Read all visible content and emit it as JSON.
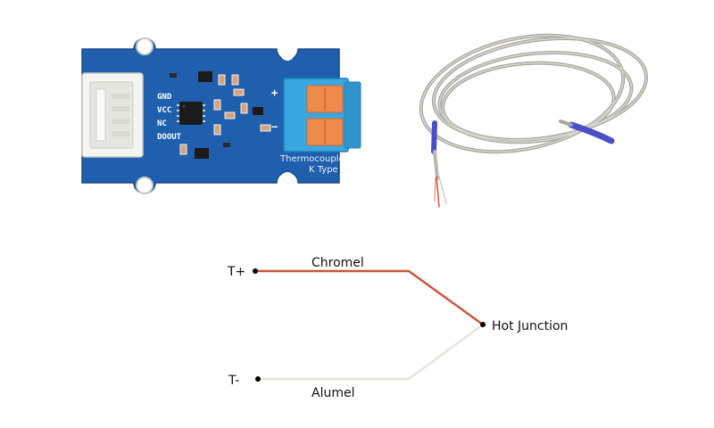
{
  "board": {
    "pins": [
      "GND",
      "VCC",
      "NC",
      "DOOUT"
    ],
    "terminal_plus": "+",
    "terminal_minus": "−",
    "label_line1": "Thermocouple",
    "label_line2": "K Type",
    "pcb_color": "#1f5fae",
    "connector_color": "#3aa7e0",
    "lever_color": "#f08a4b"
  },
  "probe": {
    "sheath_color": "#b8b8b0",
    "sleeve_color": "#4a4fc9",
    "wire_colors": [
      "#d9503a",
      "#e6e6e6"
    ]
  },
  "diagram": {
    "t_plus": "T+",
    "t_minus": "T-",
    "chromel": "Chromel",
    "alumel": "Alumel",
    "junction": "Hot Junction",
    "chromel_color": "#c8553a",
    "alumel_color": "#e4e4dc"
  }
}
